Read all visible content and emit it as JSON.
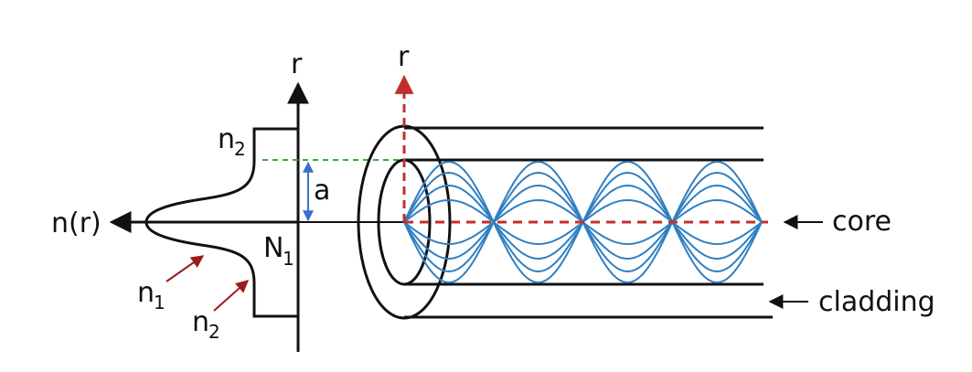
{
  "labels": {
    "axis_r_left": "r",
    "axis_r_right": "r",
    "n_r": "n(r)",
    "a": "a",
    "n2_top": "n",
    "n2_top_sub": "2",
    "N1": "N",
    "N1_sub": "1",
    "n1": "n",
    "n1_sub": "1",
    "n2_bottom": "n",
    "n2_bottom_sub": "2",
    "core": "core",
    "cladding": "cladding"
  },
  "colors": {
    "line": "#111111",
    "ray": "#2f7fc1",
    "axis_dash": "#c0302b",
    "radius_dash": "#3aa83a",
    "arrow_red": "#9b1c1c",
    "a_arrow": "#3a6fcf"
  },
  "ray_bundle": {
    "periods_shown": 4,
    "ray_count": 8
  }
}
